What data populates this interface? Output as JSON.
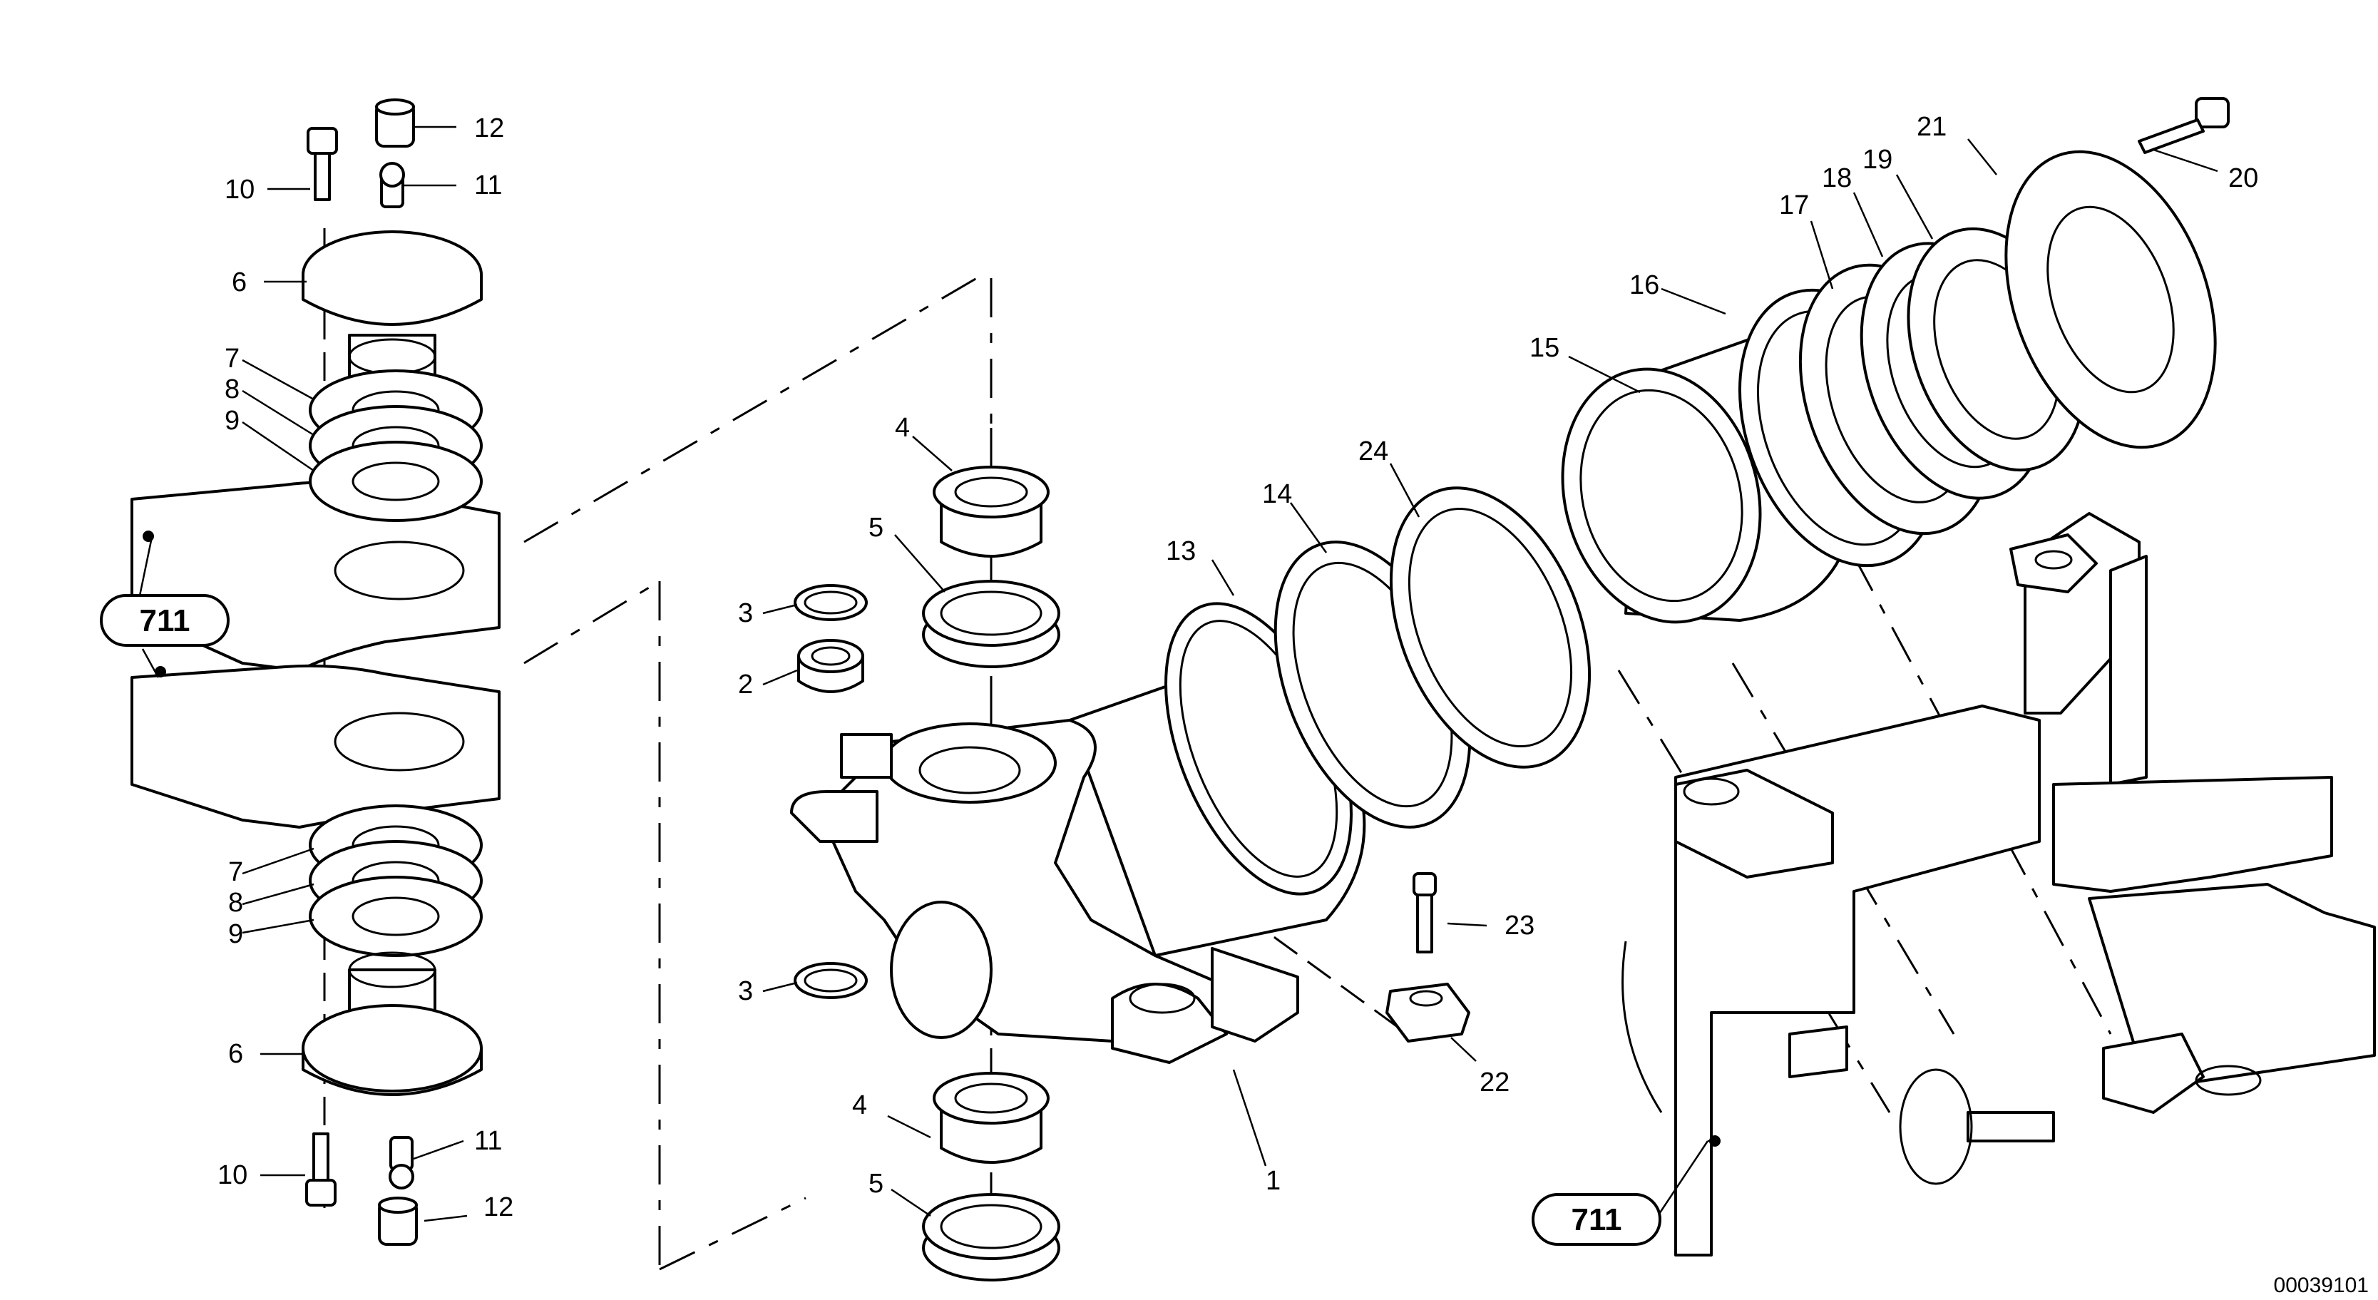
{
  "callouts": [
    {
      "num": "1"
    },
    {
      "num": "2"
    },
    {
      "num": "3"
    },
    {
      "num": "4"
    },
    {
      "num": "5"
    },
    {
      "num": "6"
    },
    {
      "num": "7"
    },
    {
      "num": "8"
    },
    {
      "num": "9"
    },
    {
      "num": "10"
    },
    {
      "num": "11"
    },
    {
      "num": "12"
    },
    {
      "num": "13"
    },
    {
      "num": "14"
    },
    {
      "num": "15"
    },
    {
      "num": "16"
    },
    {
      "num": "17"
    },
    {
      "num": "18"
    },
    {
      "num": "19"
    },
    {
      "num": "20"
    },
    {
      "num": "21"
    },
    {
      "num": "22"
    },
    {
      "num": "23"
    },
    {
      "num": "24"
    }
  ],
  "references": {
    "left": "711",
    "right": "711"
  },
  "drawing_code": "00039101"
}
